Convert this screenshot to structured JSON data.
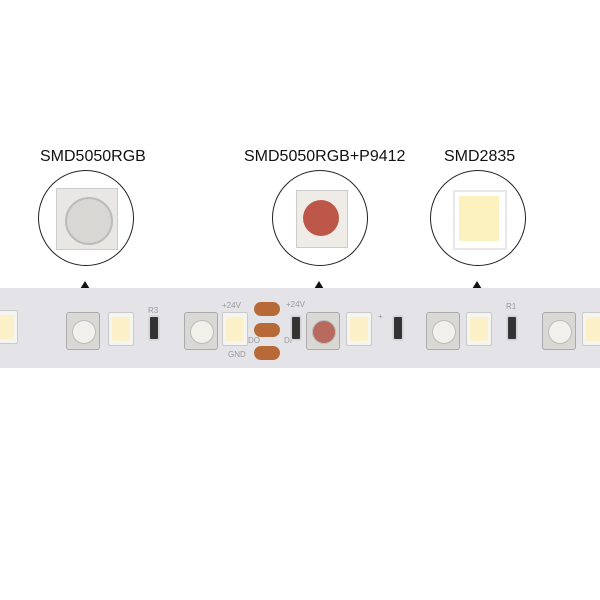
{
  "labels": {
    "smd5050rgb": "SMD5050RGB",
    "smd5050rgb_p9412": "SMD5050RGB+P9412",
    "smd2835": "SMD2835"
  },
  "strip_markings": {
    "plus24v_1": "+24V",
    "plus24v_2": "+24V",
    "gnd": "GND",
    "do": "DO",
    "di": "DI",
    "r3": "R3",
    "r1": "R1",
    "plus": "+"
  }
}
